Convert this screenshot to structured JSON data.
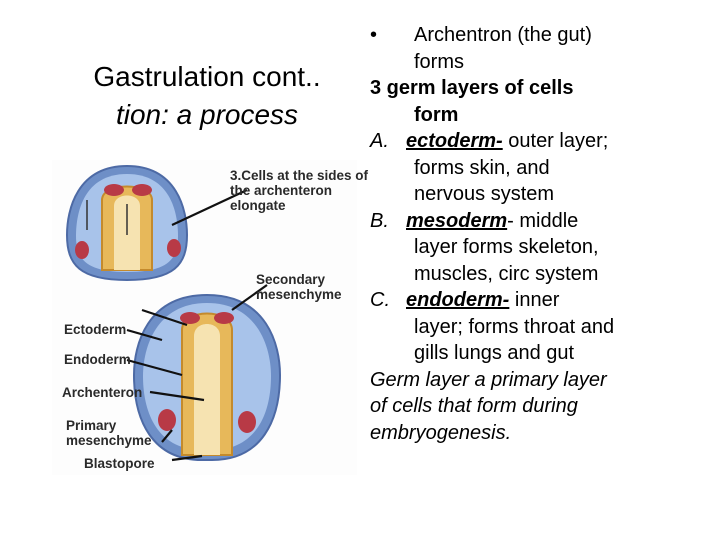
{
  "title": {
    "line1": "Gastrulation cont..",
    "line2": "tion: a process"
  },
  "figure": {
    "label_cells": "3.Cells at the sides of",
    "label_cells2": "the archenteron",
    "label_cells3": "elongate",
    "label_secondary": "Secondary",
    "label_secondary2": "mesenchyme",
    "label_ectoderm": "Ectoderm",
    "label_endoderm": "Endoderm",
    "label_archenteron": "Archenteron",
    "label_primary": "Primary",
    "label_primary2": "mesenchyme",
    "label_blastopore": "Blastopore"
  },
  "content": {
    "bullet": "•",
    "b1a": "Archentron (the gut)",
    "b1b": "forms",
    "b2a": "3 germ layers of cells",
    "b2b": "form",
    "a_marker": "A.",
    "a_term": "ectoderm-",
    "a_rest": " outer layer;",
    "a2": "forms skin, and",
    "a3": "nervous system",
    "b_marker": "B.",
    "b_term": "mesoderm",
    "b_rest": "- middle",
    "b2": "layer forms skeleton,",
    "b3": "muscles, circ system",
    "c_marker": "C.",
    "c_term": "endoderm-",
    "c_rest": " inner",
    "c2": "layer; forms throat and",
    "c3": "gills lungs and gut",
    "def1": "Germ layer a primary layer",
    "def2": "of cells that form during",
    "def3": "embryogenesis."
  }
}
